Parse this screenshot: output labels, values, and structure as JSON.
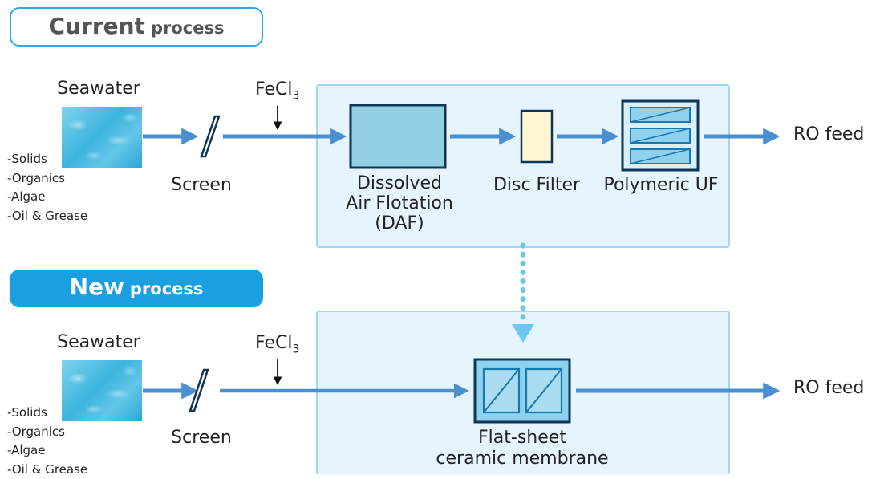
{
  "current": {
    "badge_big": "Current",
    "badge_small": "process",
    "source_label": "Seawater",
    "contaminants": [
      "-Solids",
      "-Organics",
      "-Algae",
      "-Oil & Grease"
    ],
    "screen_label": "Screen",
    "chemical": "FeCl",
    "chemical_sub": "3",
    "daf_label": [
      "Dissolved",
      "Air Flotation",
      "(DAF)"
    ],
    "disc_label": "Disc Filter",
    "uf_label": "Polymeric UF",
    "output_label": "RO feed"
  },
  "new": {
    "badge_big": "New",
    "badge_small": "process",
    "source_label": "Seawater",
    "contaminants": [
      "-Solids",
      "-Organics",
      "-Algae",
      "-Oil & Grease"
    ],
    "screen_label": "Screen",
    "chemical": "FeCl",
    "chemical_sub": "3",
    "membrane_label": [
      "Flat-sheet",
      "ceramic membrane"
    ],
    "output_label": "RO feed"
  },
  "colors": {
    "arrow": "#4a8fd0",
    "panel_fill": "#e6f4fd",
    "panel_border": "#9fd6f3",
    "unit_stroke": "#0f3557",
    "daf_fill": "#92cfe2",
    "disc_fill": "#fdf6d2",
    "uf_fill": "#8fd2ee",
    "dotted_arrow": "#6cc7f0",
    "badge_new": "#1aa0e0",
    "badge_current_border": "#33a8e4"
  }
}
